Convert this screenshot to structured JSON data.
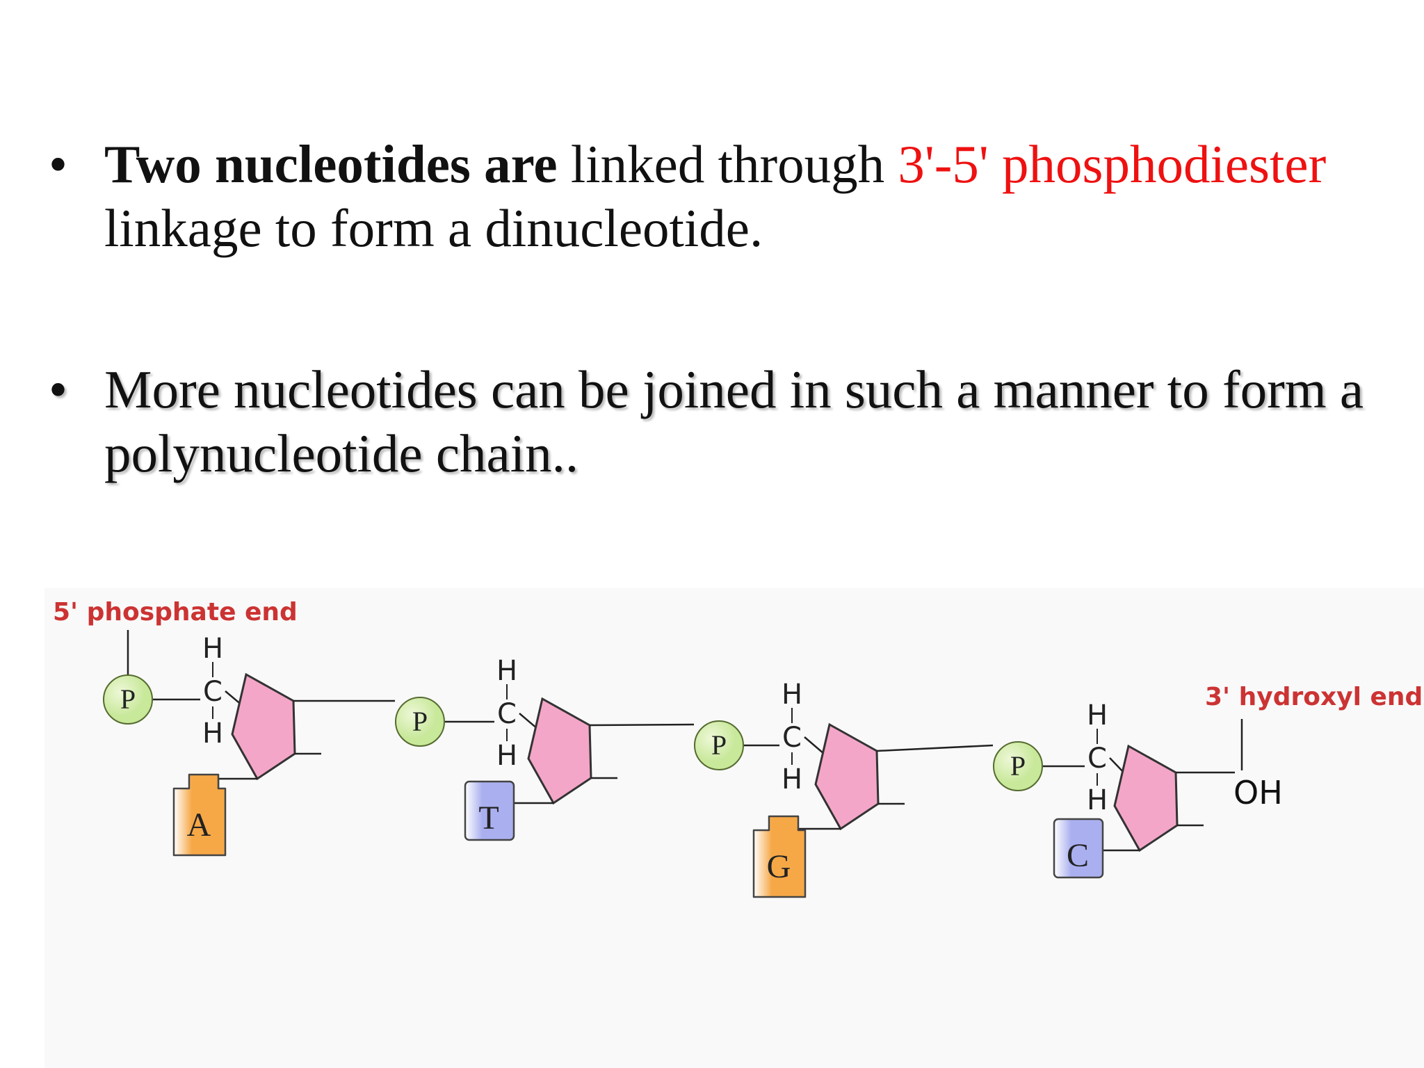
{
  "bullets": [
    {
      "marker": "•",
      "bold_lead": "Two nucleotides are",
      "text_before": " linked through ",
      "highlight": "3'-5' phosphodiester",
      "text_after": " linkage to form a dinucleotide."
    },
    {
      "marker": "•",
      "text": "More nucleotides can be joined in such a manner to form a polynucleotide chain.."
    }
  ],
  "diagram": {
    "five_prime_label": "5' phosphate  end",
    "three_prime_label": "3' hydroxyl end",
    "hydroxyl_label": "OH",
    "phosphate_label": "P",
    "carbon_label": "C",
    "hydrogen_label": "H",
    "bases": [
      "A",
      "T",
      "G",
      "C"
    ],
    "colors": {
      "phosphate_fill": "#c8e89a",
      "sugar_fill": "#f4a6c8",
      "purine_fill": "#f6a847",
      "pyrimidine_fill": "#aab0ef",
      "end_label": "#cc3333"
    }
  }
}
